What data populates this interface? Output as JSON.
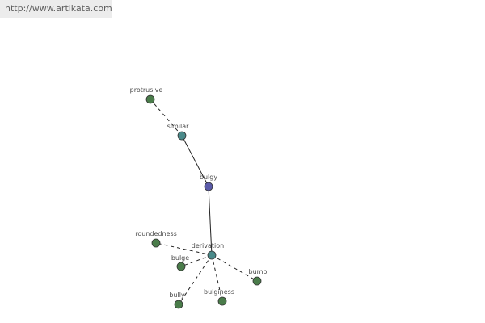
{
  "watermark": {
    "text": "http://www.artikata.com"
  },
  "colors": {
    "center_node": "#5a5aa8",
    "related_node": "#4a8a8a",
    "leaf_node": "#4a7c4a",
    "node_outline": "#333333",
    "edge": "#222222",
    "label": "#4a4a4a"
  },
  "graph": {
    "nodes": [
      {
        "id": "bulgy",
        "label": "bulgy",
        "kind": "center"
      },
      {
        "id": "similar",
        "label": "similar",
        "kind": "related"
      },
      {
        "id": "derivation",
        "label": "derivation",
        "kind": "related"
      },
      {
        "id": "protrusive",
        "label": "protrusive",
        "kind": "leaf"
      },
      {
        "id": "roundedness",
        "label": "roundedness",
        "kind": "leaf"
      },
      {
        "id": "bulge",
        "label": "bulge",
        "kind": "leaf"
      },
      {
        "id": "bump",
        "label": "bump",
        "kind": "leaf"
      },
      {
        "id": "bulginess",
        "label": "bulginess",
        "kind": "leaf"
      },
      {
        "id": "bully",
        "label": "bully",
        "kind": "leaf"
      }
    ],
    "edges": [
      {
        "from": "bulgy",
        "to": "similar",
        "style": "solid"
      },
      {
        "from": "bulgy",
        "to": "derivation",
        "style": "solid"
      },
      {
        "from": "similar",
        "to": "protrusive",
        "style": "dashed"
      },
      {
        "from": "derivation",
        "to": "roundedness",
        "style": "dashed"
      },
      {
        "from": "derivation",
        "to": "bulge",
        "style": "dashed"
      },
      {
        "from": "derivation",
        "to": "bump",
        "style": "dashed"
      },
      {
        "from": "derivation",
        "to": "bulginess",
        "style": "dashed"
      },
      {
        "from": "derivation",
        "to": "bully",
        "style": "dashed"
      }
    ]
  }
}
